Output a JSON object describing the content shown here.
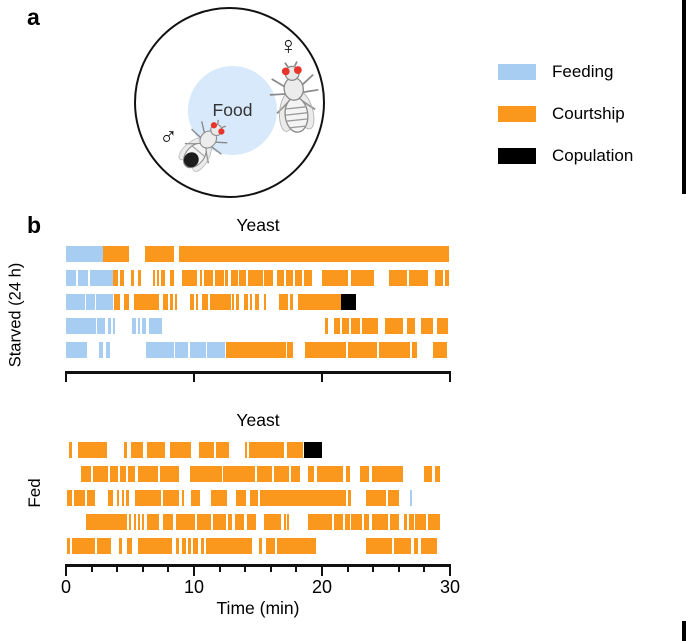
{
  "panel_a": {
    "label": "a",
    "food_label": "Food",
    "female_symbol": "♀",
    "male_symbol": "♂",
    "legend": [
      {
        "key": "f",
        "label": "Feeding",
        "color": "#A8CDF3"
      },
      {
        "key": "c",
        "label": "Courtship",
        "color": "#F9981D"
      },
      {
        "key": "x",
        "label": "Copulation",
        "color": "#000000"
      }
    ]
  },
  "panel_b": {
    "label": "b"
  },
  "chart_data": {
    "type": "behavior-raster",
    "x_range": [
      0,
      30
    ],
    "xlabel": "Time (min)",
    "x_major_ticks": [
      0,
      10,
      20,
      30
    ],
    "x_minor_step": 2,
    "behavior_types": {
      "f": "Feeding",
      "c": "Courtship",
      "x": "Copulation"
    },
    "colors": {
      "f": "#A8CDF3",
      "c": "#F9981D",
      "x": "#000000"
    },
    "groups": [
      {
        "id": "starved",
        "title": "Yeast",
        "ylabel": "Starved (24 h)",
        "show_tick_labels": false,
        "minor_ticks": false,
        "flies": [
          [
            [
              0,
              2.9,
              "f"
            ],
            [
              2.9,
              4.95,
              "c"
            ],
            [
              6.2,
              8.5,
              "c"
            ],
            [
              8.8,
              30,
              "c"
            ]
          ],
          [
            [
              0,
              0.8,
              "f"
            ],
            [
              0.9,
              1.75,
              "f"
            ],
            [
              1.85,
              3.7,
              "f"
            ],
            [
              3.7,
              4.1,
              "c"
            ],
            [
              4.2,
              4.55,
              "c"
            ],
            [
              5.1,
              5.4,
              "c"
            ],
            [
              5.6,
              5.9,
              "c"
            ],
            [
              6.8,
              7.0,
              "c"
            ],
            [
              7.1,
              7.3,
              "c"
            ],
            [
              7.4,
              7.75,
              "c"
            ],
            [
              8.1,
              8.5,
              "c"
            ],
            [
              9.05,
              10.25,
              "c"
            ],
            [
              10.5,
              10.7,
              "c"
            ],
            [
              10.8,
              11.55,
              "c"
            ],
            [
              11.6,
              12.4,
              "c"
            ],
            [
              12.45,
              12.7,
              "c"
            ],
            [
              12.85,
              13.45,
              "c"
            ],
            [
              13.55,
              14.1,
              "c"
            ],
            [
              14.2,
              15.4,
              "c"
            ],
            [
              15.5,
              16.2,
              "c"
            ],
            [
              16.5,
              17.1,
              "c"
            ],
            [
              17.2,
              17.75,
              "c"
            ],
            [
              17.9,
              18.5,
              "c"
            ],
            [
              18.6,
              19.3,
              "c"
            ],
            [
              20.0,
              22.05,
              "c"
            ],
            [
              22.3,
              24.15,
              "c"
            ],
            [
              25.2,
              26.65,
              "c"
            ],
            [
              26.8,
              28.35,
              "c"
            ],
            [
              28.85,
              29.5,
              "c"
            ],
            [
              29.6,
              30,
              "c"
            ]
          ],
          [
            [
              0,
              1.5,
              "f"
            ],
            [
              1.55,
              2.3,
              "f"
            ],
            [
              2.35,
              3.75,
              "f"
            ],
            [
              3.75,
              4.3,
              "c"
            ],
            [
              4.5,
              4.95,
              "c"
            ],
            [
              5.3,
              7.3,
              "c"
            ],
            [
              7.6,
              8.0,
              "c"
            ],
            [
              8.15,
              8.4,
              "c"
            ],
            [
              8.5,
              8.7,
              "c"
            ],
            [
              9.65,
              10.05,
              "c"
            ],
            [
              10.15,
              10.35,
              "c"
            ],
            [
              10.6,
              11.15,
              "c"
            ],
            [
              11.25,
              12.9,
              "c"
            ],
            [
              12.95,
              13.2,
              "c"
            ],
            [
              13.3,
              13.55,
              "c"
            ],
            [
              13.9,
              14.3,
              "c"
            ],
            [
              14.4,
              14.6,
              "c"
            ],
            [
              14.75,
              15.1,
              "c"
            ],
            [
              15.5,
              15.7,
              "c"
            ],
            [
              16.6,
              17.35,
              "c"
            ],
            [
              17.5,
              17.75,
              "c"
            ],
            [
              18.1,
              21.5,
              "c"
            ],
            [
              21.5,
              22.7,
              "x"
            ]
          ],
          [
            [
              0,
              2.4,
              "f"
            ],
            [
              2.45,
              3.1,
              "f"
            ],
            [
              3.3,
              3.55,
              "f"
            ],
            [
              3.65,
              3.85,
              "f"
            ],
            [
              5.15,
              5.5,
              "f"
            ],
            [
              5.6,
              5.85,
              "f"
            ],
            [
              5.95,
              6.3,
              "f"
            ],
            [
              6.5,
              7.55,
              "f"
            ],
            [
              20.2,
              20.5,
              "c"
            ],
            [
              20.9,
              21.45,
              "c"
            ],
            [
              21.55,
              22.15,
              "c"
            ],
            [
              22.25,
              23.0,
              "c"
            ],
            [
              23.1,
              24.4,
              "c"
            ],
            [
              24.9,
              26.4,
              "c"
            ],
            [
              26.6,
              27.3,
              "c"
            ],
            [
              27.7,
              28.7,
              "c"
            ],
            [
              29.0,
              29.9,
              "c"
            ]
          ],
          [
            [
              0,
              1.7,
              "f"
            ],
            [
              2.6,
              2.95,
              "f"
            ],
            [
              3.1,
              3.5,
              "f"
            ],
            [
              6.25,
              8.45,
              "f"
            ],
            [
              8.55,
              9.55,
              "f"
            ],
            [
              9.65,
              10.95,
              "f"
            ],
            [
              11.05,
              12.5,
              "f"
            ],
            [
              12.5,
              17.2,
              "c"
            ],
            [
              17.3,
              17.75,
              "c"
            ],
            [
              18.7,
              21.9,
              "c"
            ],
            [
              22.0,
              24.35,
              "c"
            ],
            [
              24.45,
              26.9,
              "c"
            ],
            [
              27.0,
              27.5,
              "c"
            ],
            [
              28.7,
              29.8,
              "c"
            ]
          ]
        ]
      },
      {
        "id": "fed",
        "title": "Yeast",
        "ylabel": "Fed",
        "show_tick_labels": true,
        "minor_ticks": true,
        "flies": [
          [
            [
              0.25,
              0.5,
              "c"
            ],
            [
              0.9,
              3.25,
              "c"
            ],
            [
              4.55,
              4.8,
              "c"
            ],
            [
              5.05,
              6.1,
              "c"
            ],
            [
              6.3,
              7.8,
              "c"
            ],
            [
              8.1,
              9.8,
              "c"
            ],
            [
              10.4,
              11.65,
              "c"
            ],
            [
              11.75,
              12.8,
              "c"
            ],
            [
              14.0,
              14.2,
              "c"
            ],
            [
              14.3,
              17.1,
              "c"
            ],
            [
              17.3,
              18.55,
              "c"
            ],
            [
              18.6,
              20.05,
              "x"
            ]
          ],
          [
            [
              1.15,
              2.0,
              "c"
            ],
            [
              2.1,
              3.35,
              "c"
            ],
            [
              3.45,
              4.1,
              "c"
            ],
            [
              4.2,
              4.75,
              "c"
            ],
            [
              4.85,
              5.45,
              "c"
            ],
            [
              5.6,
              7.25,
              "c"
            ],
            [
              7.35,
              8.85,
              "c"
            ],
            [
              9.65,
              12.2,
              "c"
            ],
            [
              12.3,
              14.85,
              "c"
            ],
            [
              14.95,
              16.15,
              "c"
            ],
            [
              16.25,
              17.45,
              "c"
            ],
            [
              17.55,
              18.3,
              "c"
            ],
            [
              18.9,
              19.45,
              "c"
            ],
            [
              19.6,
              21.7,
              "c"
            ],
            [
              21.85,
              22.2,
              "c"
            ],
            [
              23.0,
              23.75,
              "c"
            ],
            [
              23.9,
              26.4,
              "c"
            ],
            [
              27.95,
              28.65,
              "c"
            ],
            [
              28.85,
              29.25,
              "c"
            ]
          ],
          [
            [
              0.1,
              0.5,
              "c"
            ],
            [
              0.6,
              1.55,
              "c"
            ],
            [
              1.65,
              2.35,
              "c"
            ],
            [
              3.25,
              3.75,
              "c"
            ],
            [
              3.95,
              4.15,
              "c"
            ],
            [
              4.35,
              4.6,
              "c"
            ],
            [
              4.7,
              5.0,
              "c"
            ],
            [
              5.4,
              7.5,
              "c"
            ],
            [
              7.6,
              8.85,
              "c"
            ],
            [
              9.05,
              9.25,
              "c"
            ],
            [
              9.8,
              10.55,
              "c"
            ],
            [
              11.35,
              12.6,
              "c"
            ],
            [
              13.3,
              14.1,
              "c"
            ],
            [
              14.35,
              15.05,
              "c"
            ],
            [
              15.15,
              21.9,
              "c"
            ],
            [
              22.0,
              22.3,
              "c"
            ],
            [
              23.4,
              25.05,
              "c"
            ],
            [
              25.15,
              26.05,
              "c"
            ],
            [
              26.85,
              27.05,
              "f"
            ]
          ],
          [
            [
              1.55,
              4.8,
              "c"
            ],
            [
              4.9,
              5.1,
              "c"
            ],
            [
              5.3,
              5.5,
              "c"
            ],
            [
              5.6,
              5.8,
              "c"
            ],
            [
              5.95,
              6.1,
              "c"
            ],
            [
              6.3,
              7.3,
              "c"
            ],
            [
              7.55,
              8.45,
              "c"
            ],
            [
              8.6,
              10.1,
              "c"
            ],
            [
              10.2,
              11.35,
              "c"
            ],
            [
              11.5,
              12.55,
              "c"
            ],
            [
              12.65,
              13.05,
              "c"
            ],
            [
              13.2,
              13.95,
              "c"
            ],
            [
              14.1,
              14.9,
              "c"
            ],
            [
              15.5,
              16.85,
              "c"
            ],
            [
              17.0,
              17.2,
              "c"
            ],
            [
              17.3,
              17.5,
              "c"
            ],
            [
              18.9,
              20.8,
              "c"
            ],
            [
              20.9,
              21.65,
              "c"
            ],
            [
              21.8,
              22.2,
              "c"
            ],
            [
              22.3,
              23.15,
              "c"
            ],
            [
              23.25,
              23.75,
              "c"
            ],
            [
              23.9,
              25.2,
              "c"
            ],
            [
              25.3,
              26.1,
              "c"
            ],
            [
              26.4,
              26.7,
              "c"
            ],
            [
              26.8,
              27.2,
              "c"
            ],
            [
              27.3,
              28.2,
              "c"
            ],
            [
              28.3,
              29.3,
              "c"
            ]
          ],
          [
            [
              0.1,
              0.35,
              "c"
            ],
            [
              0.5,
              2.3,
              "c"
            ],
            [
              2.4,
              3.6,
              "c"
            ],
            [
              4.15,
              4.4,
              "c"
            ],
            [
              4.8,
              5.2,
              "c"
            ],
            [
              5.6,
              8.35,
              "c"
            ],
            [
              8.6,
              8.85,
              "c"
            ],
            [
              9.05,
              9.4,
              "c"
            ],
            [
              9.5,
              9.8,
              "c"
            ],
            [
              9.9,
              10.4,
              "c"
            ],
            [
              10.55,
              10.8,
              "c"
            ],
            [
              10.95,
              14.6,
              "c"
            ],
            [
              15.1,
              15.4,
              "c"
            ],
            [
              15.65,
              16.4,
              "c"
            ],
            [
              16.5,
              19.6,
              "c"
            ],
            [
              23.4,
              25.55,
              "c"
            ],
            [
              25.65,
              27.0,
              "c"
            ],
            [
              27.2,
              27.55,
              "c"
            ],
            [
              27.7,
              29.0,
              "c"
            ]
          ]
        ]
      }
    ]
  }
}
